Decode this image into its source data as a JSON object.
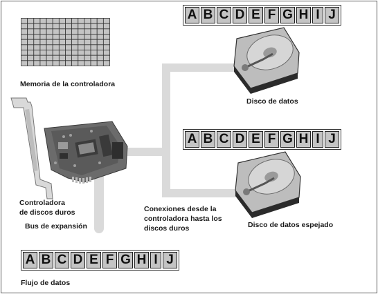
{
  "letters": [
    "A",
    "B",
    "C",
    "D",
    "E",
    "F",
    "G",
    "H",
    "I",
    "J"
  ],
  "labels": {
    "memory": "Memoria de la controladora",
    "disk": "Disco de datos",
    "controller": "Controladora\nde discos duros",
    "bus": "Bus de expansión",
    "connections": "Conexiones desde la\ncontroladora hasta los\ndiscos duros",
    "mirror_disk": "Disco de datos espejado",
    "data_flow": "Flujo de datos"
  },
  "memory_grid": {
    "rows": 9,
    "cols": 14
  },
  "colors": {
    "cell_fill": "#c4c4c4",
    "wire": "#dadada",
    "board": "#6b6b6b",
    "bracket": "#d9d9d9"
  }
}
